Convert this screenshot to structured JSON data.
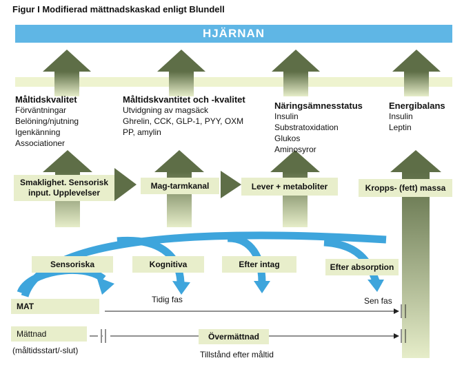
{
  "figure_title": "Figur I Modifierad mättnadskaskad enligt Blundell",
  "brain_label": "HJÄRNAN",
  "columns": [
    {
      "heading": "Måltidskvalitet",
      "items": [
        "Förväntningar",
        "Belöning/njutning",
        "Igenkänning",
        "Associationer"
      ]
    },
    {
      "heading": "Måltidskvantitet och -kvalitet",
      "items": [
        "Utvidgning av magsäck",
        "Ghrelin, CCK, GLP-1, PYY, OXM",
        "PP, amylin"
      ]
    },
    {
      "heading": "Näringsämnesstatus",
      "items": [
        "Insulin",
        "Substratoxidation",
        "Glukos",
        "Aminosyror"
      ]
    },
    {
      "heading": "Energibalans",
      "items": [
        "Insulin",
        "Leptin"
      ]
    }
  ],
  "boxes": {
    "smaklighet": "Smaklighet. Sensorisk input. Upplevelser",
    "mag": "Mag-tarmkanal",
    "lever": "Lever + metaboliter",
    "kropp": "Kropps- (fett) massa"
  },
  "phases": [
    "Sensoriska",
    "Kognitiva",
    "Efter intag",
    "Efter absorption"
  ],
  "timeline": {
    "mat": "MAT",
    "tidig": "Tidig fas",
    "sen": "Sen fas",
    "mattnad": "Mättnad",
    "maltid": "(måltidsstart/-slut)",
    "overmattnad": "Övermättnad",
    "tillstand": "Tillstånd efter måltid"
  },
  "colors": {
    "brain": "#5fb6e5",
    "arrow_top": "#5e6e47",
    "arrow_bottom": "#e8eecb",
    "box": "#e8eecb",
    "blue": "#3ea5dc"
  }
}
